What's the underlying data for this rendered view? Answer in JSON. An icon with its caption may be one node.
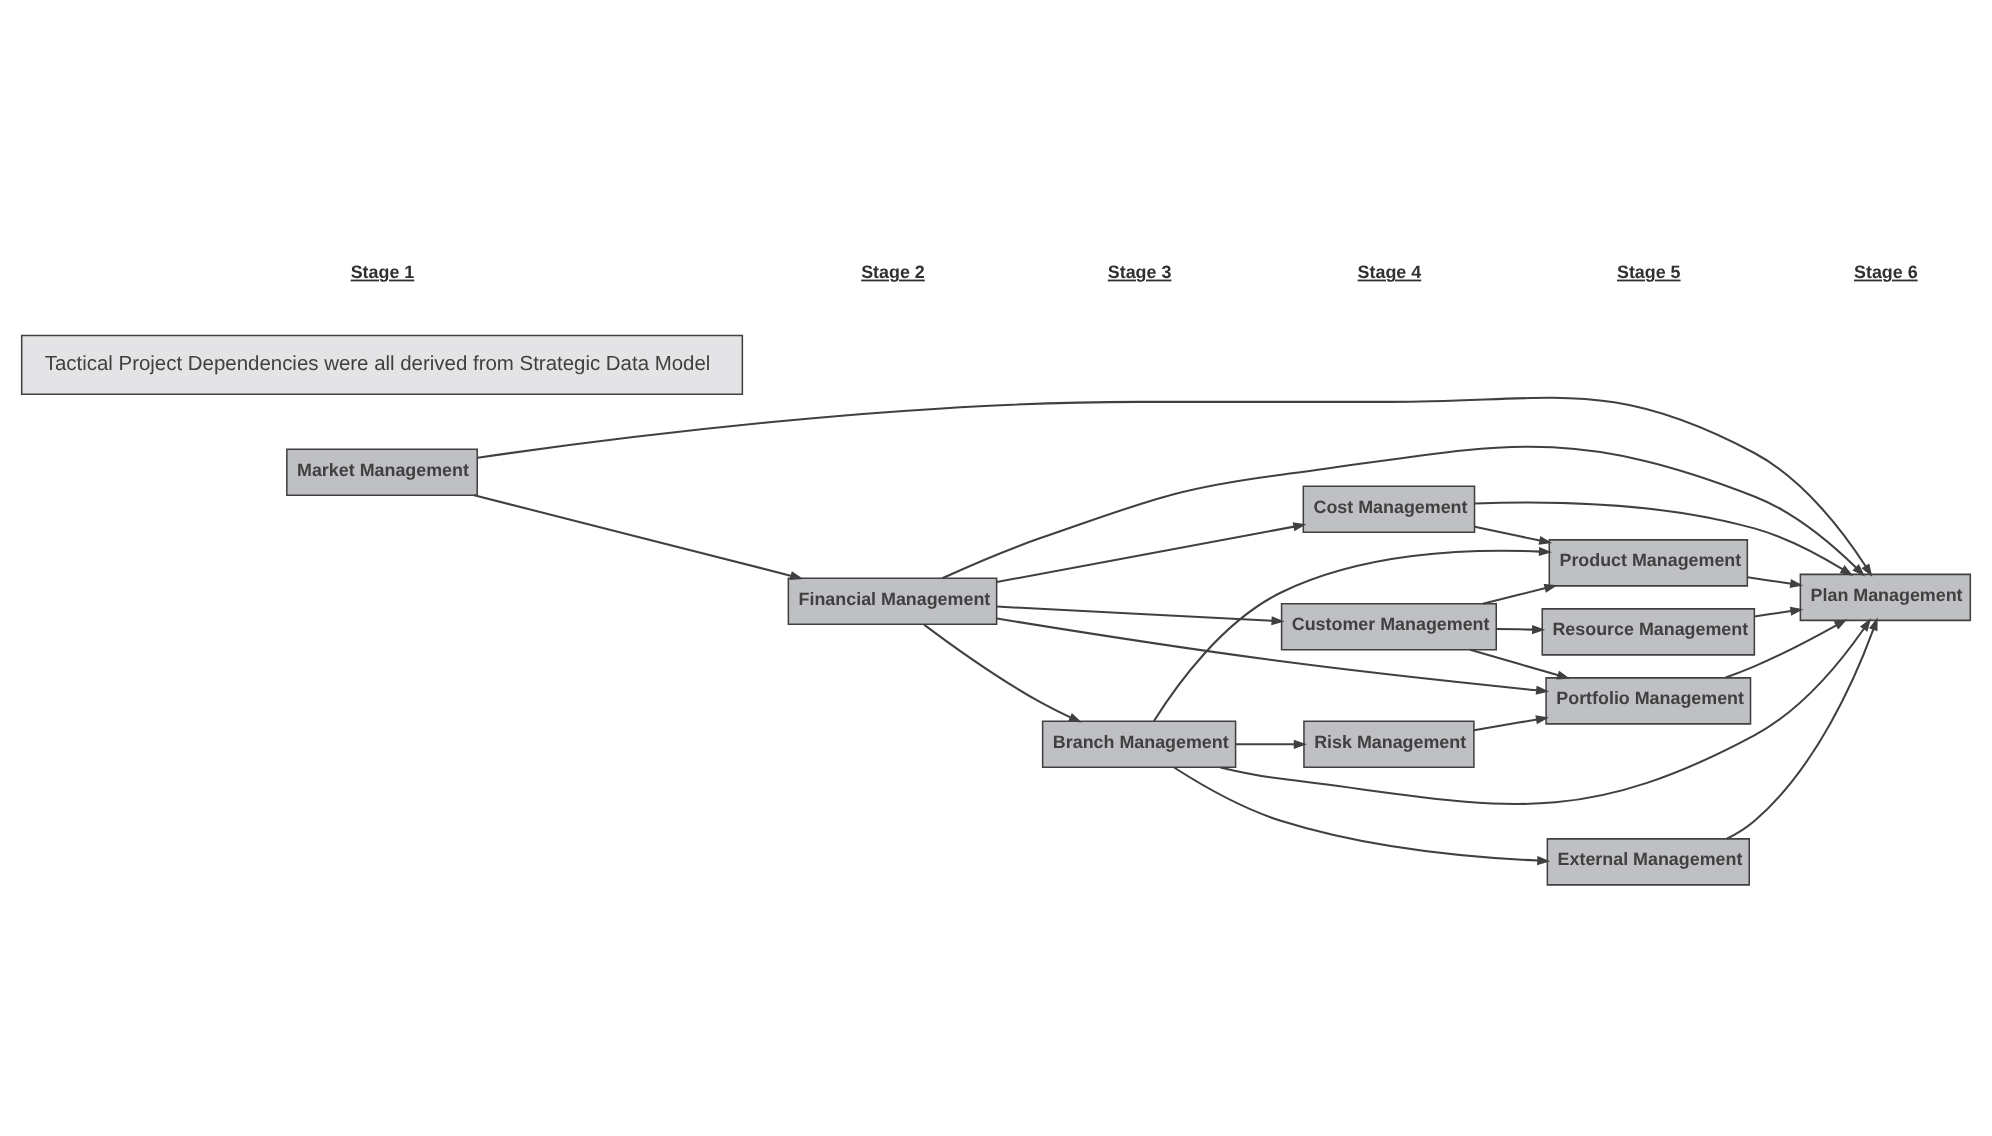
{
  "diagram": {
    "nodes": [
      {
        "text": [
          "Market Management"
        ]
      },
      {
        "text": [
          "Financial Management"
        ]
      },
      {
        "text": [
          "Portfolio Management"
        ]
      },
      {
        "text": [
          "Plan Management"
        ]
      },
      {
        "text": [
          "Branch Management"
        ]
      },
      {
        "text": [
          "Risk Management"
        ]
      },
      {
        "text": [
          "External Management"
        ]
      },
      {
        "text": [
          "Cost Management"
        ]
      },
      {
        "text": [
          "Product Management"
        ]
      },
      {
        "text": [
          "Resource Management"
        ]
      },
      {
        "text": [
          "Customer Management"
        ]
      },
      {
        "text": [
          "Tactical Project Dependencies were all derived from Strategic Data Model"
        ]
      }
    ],
    "edges": [
      {
        "from": 0,
        "to": 3,
        "arrow": "to"
      },
      {
        "from": 0,
        "to": 1,
        "arrow": "to"
      },
      {
        "from": 1,
        "to": 3,
        "arrow": "to"
      },
      {
        "from": 1,
        "to": 2,
        "arrow": "to"
      },
      {
        "from": 2,
        "to": 3,
        "arrow": "to"
      },
      {
        "from": 1,
        "to": 4,
        "arrow": "to"
      },
      {
        "from": 1,
        "to": 7,
        "arrow": "to"
      },
      {
        "from": 1,
        "to": 10,
        "arrow": "to"
      },
      {
        "from": 4,
        "to": 3,
        "arrow": "to"
      },
      {
        "from": 4,
        "to": 5,
        "arrow": "to"
      },
      {
        "from": 4,
        "to": 6,
        "arrow": "to"
      },
      {
        "from": 4,
        "to": 8,
        "arrow": "to"
      },
      {
        "from": 7,
        "to": 8,
        "arrow": "to"
      },
      {
        "from": 10,
        "to": 8,
        "arrow": "to"
      },
      {
        "from": 10,
        "to": 9,
        "arrow": "to"
      },
      {
        "from": 10,
        "to": 2,
        "arrow": "to"
      },
      {
        "from": 5,
        "to": 2,
        "arrow": "to"
      },
      {
        "from": 6,
        "to": 3,
        "arrow": "to"
      },
      {
        "from": 7,
        "to": 3,
        "arrow": "to"
      },
      {
        "from": 8,
        "to": 3,
        "arrow": "to"
      },
      {
        "from": 9,
        "to": 3,
        "arrow": "to"
      }
    ],
    "labels": [
      "Stage 1",
      "Stage 2",
      "Stage 3",
      "Stage 4",
      "Stage 5",
      "Stage 6"
    ]
  }
}
